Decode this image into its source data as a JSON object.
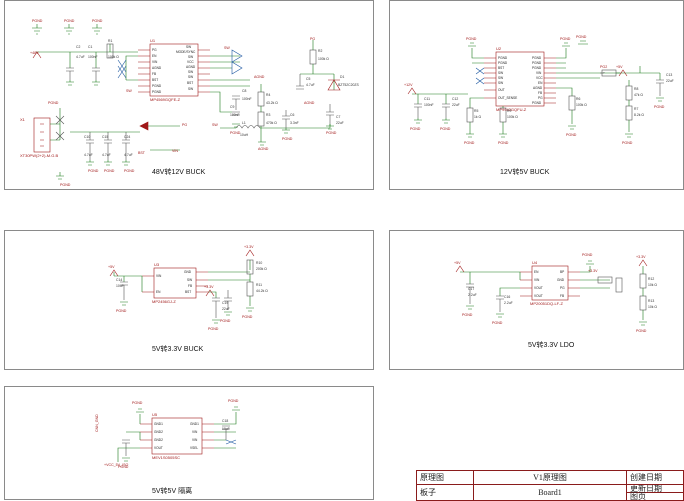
{
  "blocks": {
    "b48_12": {
      "title": "48V转12V BUCK"
    },
    "b12_5": {
      "title": "12V转5V BUCK"
    },
    "b5_33": {
      "title": "5V转3.3V BUCK"
    },
    "ldo": {
      "title": "5V转3.3V LDO"
    },
    "iso": {
      "title": "5V转5V 隔离"
    }
  },
  "labels": {
    "pgnd": "PGND",
    "plus48": "+48V",
    "plus12": "+12V",
    "plus5": "+5V",
    "plus33": "+3.3V",
    "vcc5": "+VCC_5V_ISO",
    "vcc5b": "VCC_5V",
    "agnd": "AGND",
    "pg": "PG",
    "pg2": "PG2",
    "sw": "SW",
    "bst": "BST",
    "vin": "VIN",
    "gnd": "GND",
    "fb": "FB",
    "en": "EN"
  },
  "parts": {
    "u1": {
      "ref": "U1",
      "name": "MP4569GQFE-Z"
    },
    "u2": {
      "ref": "U2",
      "name": "MP9943GQFU-Z"
    },
    "u3": {
      "ref": "U3",
      "name": "MP2456GJ-Z"
    },
    "u4": {
      "ref": "U4",
      "name": "MP20051DQ-LF-Z"
    },
    "u5": {
      "ref": "U5",
      "name": "MEV1S0505SC"
    },
    "u1_left": [
      "PG",
      "EN",
      "VIN",
      "AGND",
      "FB",
      "BST",
      "PGND",
      "PGND"
    ],
    "u1_right": [
      "SW",
      "MODE/SYNC",
      "SW",
      "VCC",
      "AGND",
      "SW",
      "SW",
      "BST",
      "SW"
    ],
    "u2_left": [
      "PGND",
      "PGND",
      "BST",
      "SW",
      "SW",
      "SW",
      "OUT",
      "OUT_SENSE"
    ],
    "u2_right": [
      "PGND",
      "PGND",
      "PGND",
      "VIN",
      "VCC",
      "EN",
      "AGND",
      "FB",
      "PG",
      "PGND"
    ],
    "u3_left": [
      "VIN",
      "EN"
    ],
    "u3_right": [
      "GND",
      "SW",
      "FB",
      "BST"
    ],
    "u4_left": [
      "EN",
      "VIN",
      "VOUT",
      "VOUT"
    ],
    "u4_right": [
      "BP",
      "GND",
      "PG",
      "FB"
    ],
    "u5_left": [
      "GND1",
      "GND2",
      "GND2",
      "VOUT"
    ],
    "u5_right": [
      "GND1",
      "VIN",
      "VIN",
      "VSEL"
    ],
    "c1": {
      "ref": "C1",
      "val": "100nF"
    },
    "c2": {
      "ref": "C2",
      "val": "4.7uF"
    },
    "c5": {
      "ref": "C5",
      "val": "4.7uF"
    },
    "c6": {
      "ref": "C6",
      "val": "3.3nF"
    },
    "c7": {
      "ref": "C7",
      "val": "22uF"
    },
    "c8": {
      "ref": "C8",
      "val": "100nF"
    },
    "c9": {
      "ref": "C9",
      "val": "100nF"
    },
    "c10": {
      "ref": "C10",
      "val": "4.7uF"
    },
    "c11": {
      "ref": "C11",
      "val": "100nF"
    },
    "c12": {
      "ref": "C12",
      "val": "22uF"
    },
    "c13": {
      "ref": "C13",
      "val": "22uF"
    },
    "c14": {
      "ref": "C14",
      "val": "10uF"
    },
    "c15": {
      "ref": "C15",
      "val": "4.7uF"
    },
    "c16": {
      "ref": "C16",
      "val": "2.2uF"
    },
    "c17": {
      "ref": "C17",
      "val": "2.2uF"
    },
    "c18": {
      "ref": "C18",
      "val": "10uF"
    },
    "c19": {
      "ref": "C19",
      "val": "22uF"
    },
    "c24": {
      "ref": "C24",
      "val": "4.7uF"
    },
    "r1": {
      "ref": "R1",
      "val": "100k Ω"
    },
    "r2": {
      "ref": "R2",
      "val": "100k Ω"
    },
    "r3": {
      "ref": "R3",
      "val": "470k Ω"
    },
    "r4": {
      "ref": "R4",
      "val": "43.2k Ω"
    },
    "r5": {
      "ref": "R5",
      "val": "1k Ω"
    },
    "r6": {
      "ref": "R6",
      "val": "100k Ω"
    },
    "r7": {
      "ref": "R7",
      "val": "8.2k Ω"
    },
    "r8": {
      "ref": "R8",
      "val": "47k Ω"
    },
    "r9": {
      "ref": "R9",
      "val": "100k Ω"
    },
    "r10": {
      "ref": "R10",
      "val": "200k Ω"
    },
    "r11": {
      "ref": "R11",
      "val": "44.2k Ω"
    },
    "r12": {
      "ref": "R12",
      "val": "10k Ω"
    },
    "r13": {
      "ref": "R13",
      "val": "10k Ω"
    },
    "l1": {
      "ref": "L1",
      "val": "10uH"
    },
    "d1": {
      "ref": "D1",
      "val": "BZT52C20ZS"
    },
    "d2": {
      "ref": "D2"
    },
    "j1": {
      "ref": "X1",
      "val": "XT30PW(2+2)-M.G.B"
    },
    "conn_1": "CNN_GND",
    "bst_lbl": "BST",
    "vin_lbl": "VIN"
  },
  "title_block": {
    "r1c1": "原理图",
    "r1c2": "V1原理图",
    "r1c3": "创建日期",
    "r2c1": "板子",
    "r2c2": "Board1",
    "r2c3": "更新日期",
    "r2c4": "图页"
  }
}
